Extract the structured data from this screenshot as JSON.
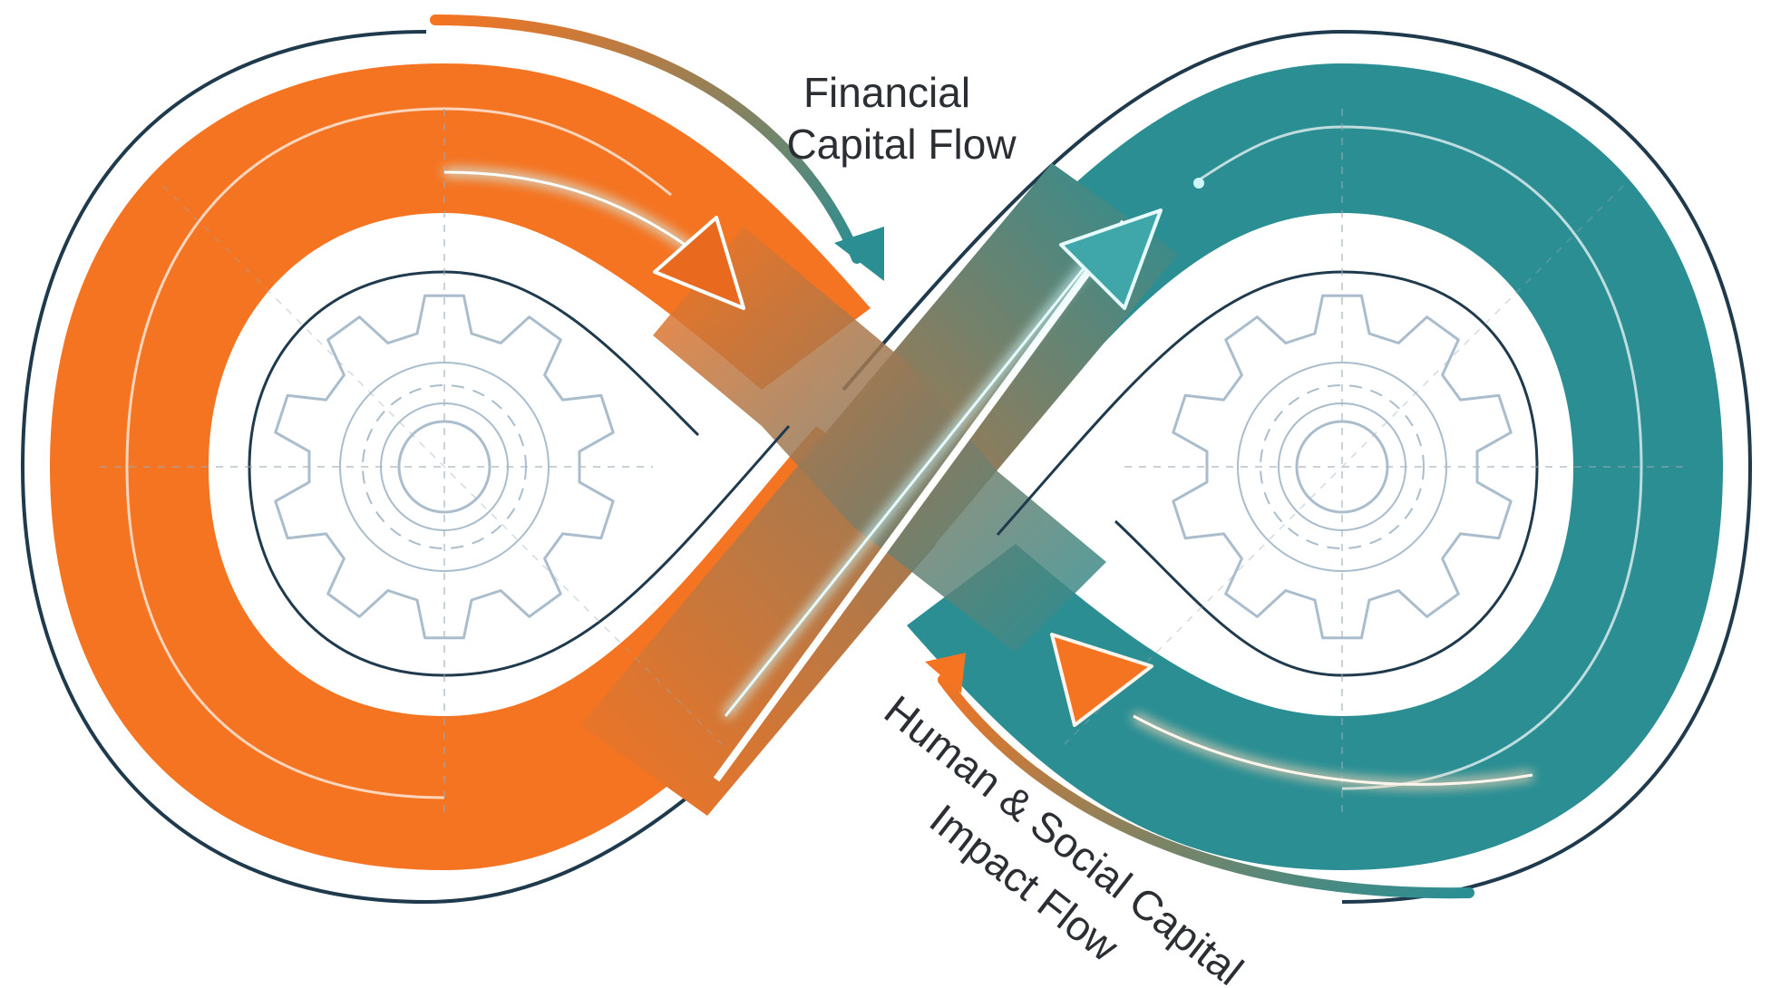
{
  "labels": {
    "financial_line1": "Financial",
    "financial_line2": "Capital Flow",
    "human_line1": "Human & Social Capital",
    "human_line2": "Impact Flow"
  },
  "colors": {
    "orange": "#F47422",
    "teal": "#2A8E93",
    "outline": "#1F3A4D",
    "glow": "#CFF6F7",
    "gear_stroke": "#A9BDCC",
    "guide": "#9AAAB6"
  },
  "icons": {
    "left_gear": "gear-icon",
    "right_gear": "gear-icon",
    "arrows": "arrow-icon"
  }
}
